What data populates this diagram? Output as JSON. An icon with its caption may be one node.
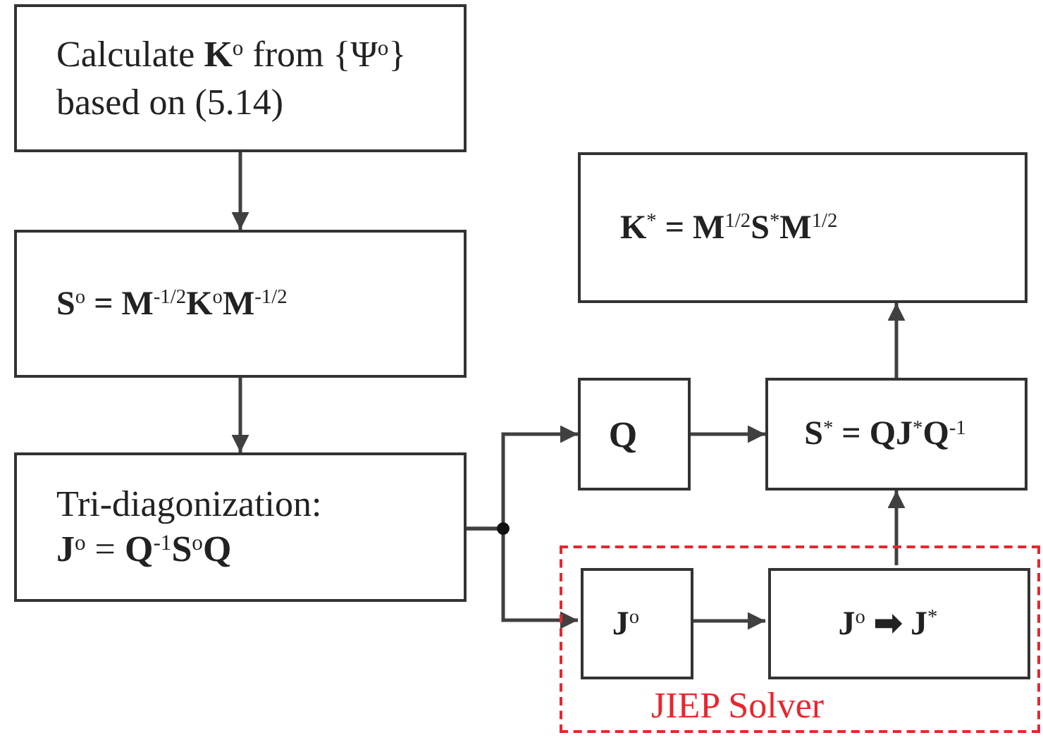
{
  "diagram": {
    "nodes": [
      {
        "text": [
          "Calculate **K**$^{o}$ from {Ψ$^{o}$} based on (5.14)"
        ]
      },
      {
        "text": [
          "S$^{o}$ = M$^{-1/2}$K$^{o}$M$^{-1/2}$"
        ]
      },
      {
        "text": [
          "Tri-diagonization:",
          "**J**$^{o}$ = **Q**$^{-1}$**S**$^{o}$**Q**"
        ]
      },
      {
        "text": [
          "K$^{*}$ = M$^{1/2}$S$^{*}$M$^{1/2}$"
        ]
      },
      {
        "text": [
          "Q"
        ]
      },
      {
        "text": [
          "S$^{*}$ = QJ$^{*}$Q$^{-1}$"
        ]
      },
      {
        "text": [
          "JIEP Solver"
        ]
      },
      {
        "text": [
          "J$^{o}$"
        ],
        "in": 6
      },
      {
        "text": [
          "J$^{o}$ ➡ J$^{*}$"
        ],
        "in": 6
      }
    ],
    "edges": [
      {
        "from": 0,
        "to": 1,
        "arrow": "to"
      },
      {
        "from": 1,
        "to": 2,
        "arrow": "to"
      },
      {
        "from": 2,
        "to": 4,
        "arrow": "to"
      },
      {
        "from": 2,
        "to": 7,
        "arrow": "to"
      },
      {
        "from": 4,
        "to": 5,
        "arrow": "to"
      },
      {
        "from": 7,
        "to": 8,
        "arrow": "to"
      },
      {
        "from": 8,
        "to": 5,
        "arrow": "to"
      },
      {
        "from": 5,
        "to": 3,
        "arrow": "to"
      }
    ]
  }
}
